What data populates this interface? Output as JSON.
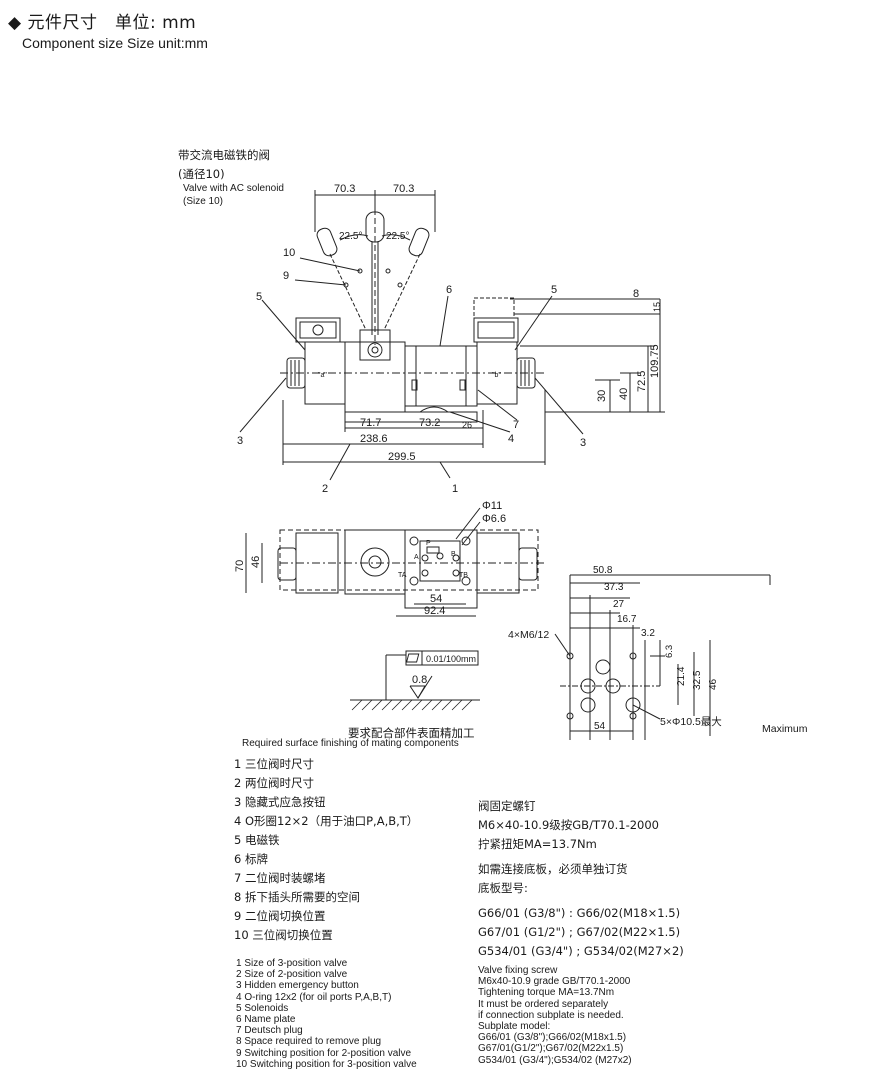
{
  "header": {
    "title_cn": "◆ 元件尺寸　单位: mm",
    "title_en": "Component size   Size unit:mm"
  },
  "section": {
    "label_cn": "带交流电磁铁的阀",
    "label_cn2": "(通径10)",
    "label_en": "Valve with AC solenoid",
    "label_en2": "(Size 10)"
  },
  "dims": {
    "left_lever": "70.3",
    "right_lever": "70.3",
    "angle_left": "22.5°",
    "angle_right": "22.5°",
    "d71": "71.7",
    "d73": "73.2",
    "d26": "26",
    "d238": "238.6",
    "d299": "299.5",
    "h30": "30",
    "h40": "40",
    "h72": "72.5",
    "h109": "109.75",
    "h15": "15",
    "top_70": "70",
    "top_46": "46",
    "top_54": "54",
    "top_92": "92.4",
    "phi11": "Φ11",
    "phi66": "Φ6.6",
    "port_a": "A",
    "port_p": "P",
    "port_b": "B",
    "port_ta": "TA",
    "port_tb": "TB",
    "bp_508": "50.8",
    "bp_373": "37.3",
    "bp_27": "27",
    "bp_167": "16.7",
    "bp_32": "3.2",
    "bp_63": "6.3",
    "bp_214": "21.4",
    "bp_325": "32.5",
    "bp_46": "46",
    "bp_54": "54",
    "bp_m6": "4×M6/12",
    "bp_hole": "5×Φ10.5最大",
    "maximum": "Maximum"
  },
  "callouts": {
    "c1": "1",
    "c2": "2",
    "c3": "3",
    "c4": "4",
    "c5": "5",
    "c6": "6",
    "c7": "7",
    "c8": "8",
    "c9": "9",
    "c10": "10"
  },
  "surface": {
    "flatness": "0.01/100mm",
    "roughness": "0.8",
    "caption_cn": "要求配合部件表面精加工",
    "caption_en": "Required surface finishing of mating components"
  },
  "legend_cn": [
    "1  三位阀时尺寸",
    "2  两位阀时尺寸",
    "3  隐藏式应急按钮",
    "4  O形圈12×2（用于油口P,A,B,T）",
    "5  电磁铁",
    "6  标牌",
    "7  二位阀时装螺堵",
    "8  拆下插头所需要的空间",
    "9  二位阀切换位置",
    "10 三位阀切换位置"
  ],
  "legend_en": [
    "1 Size of 3-position valve",
    "2 Size of 2-position valve",
    "3 Hidden emergency button",
    "4 O-ring 12x2 (for oil ports P,A,B,T)",
    "5 Solenoids",
    "6 Name plate",
    "7 Deutsch plug",
    "8 Space required to remove plug",
    "9 Switching position for 2-position valve",
    "10 Switching position for 3-position valve"
  ],
  "notes_cn": [
    "阀固定螺钉",
    "M6×40-10.9级按GB/T70.1-2000",
    "拧紧扭矩MA=13.7Nm",
    "如需连接底板，必须单独订货",
    "底板型号:",
    "G66/01 (G3/8\") : G66/02(M18×1.5)",
    "G67/01 (G1/2\") ; G67/02(M22×1.5)",
    "G534/01 (G3/4\") ; G534/02(M27×2)"
  ],
  "notes_en": [
    "Valve fixing screw",
    "M6x40-10.9 grade GB/T70.1-2000",
    "Tightening torque MA=13.7Nm",
    "It must be ordered separately",
    "if connection subplate is needed.",
    "Subplate model:",
    "G66/01 (G3/8\");G66/02(M18x1.5)",
    "G67/01(G1/2\");G67/02(M22x1.5)",
    "G534/01 (G3/4\");G534/02 (M27x2)"
  ]
}
